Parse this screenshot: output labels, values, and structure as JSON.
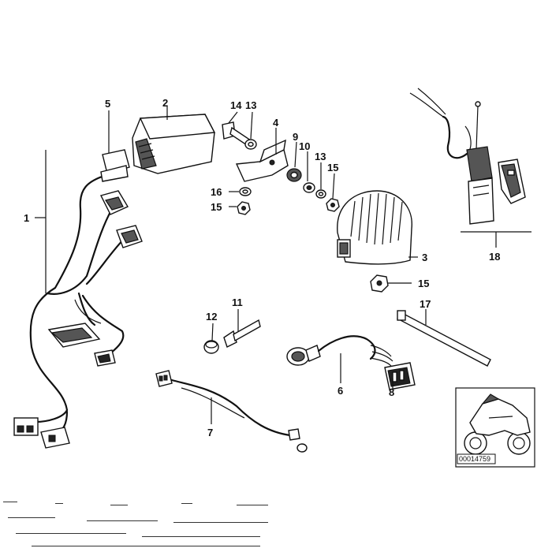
{
  "diagram": {
    "callouts": {
      "c1": "1",
      "c2": "2",
      "c3": "3",
      "c4": "4",
      "c5": "5",
      "c6": "6",
      "c7": "7",
      "c8": "8",
      "c9": "9",
      "c10": "10",
      "c11": "11",
      "c12": "12",
      "c13a": "13",
      "c13b": "13",
      "c14": "14",
      "c15a": "15",
      "c15b": "15",
      "c15c": "15",
      "c16": "16",
      "c17": "17",
      "c18": "18"
    },
    "reference_number": "00014759"
  }
}
